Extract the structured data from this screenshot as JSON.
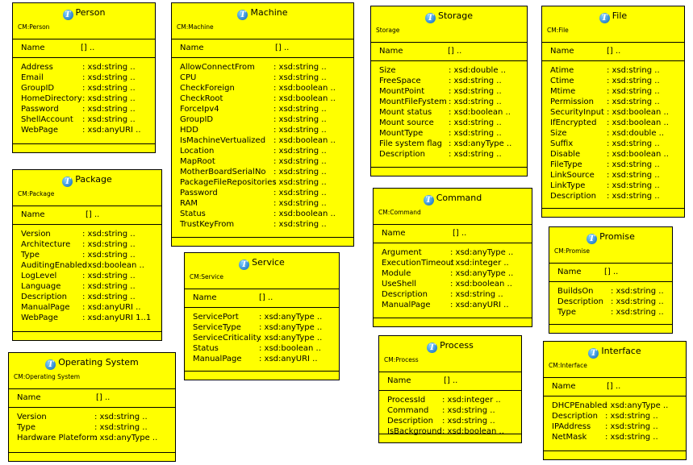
{
  "classes": [
    {
      "id": "person",
      "title": "Person",
      "stereotype": "CM:Person",
      "name_label": "Name",
      "multiplicity": "[] ..",
      "attributes": [
        {
          "name": "Address",
          "type": ": xsd:string .."
        },
        {
          "name": "Email",
          "type": ": xsd:string .."
        },
        {
          "name": "GroupID",
          "type": ": xsd:string .."
        },
        {
          "name": "HomeDirectory",
          "type": ": xsd:string .."
        },
        {
          "name": "Password",
          "type": ": xsd:string .."
        },
        {
          "name": "ShellAccount",
          "type": ": xsd:string .."
        },
        {
          "name": "WebPage",
          "type": ": xsd:anyURI .."
        }
      ]
    },
    {
      "id": "package",
      "title": "Package",
      "stereotype": "CM:Package",
      "name_label": "Name",
      "multiplicity": "[] ..",
      "attributes": [
        {
          "name": "Version",
          "type": ": xsd:string .."
        },
        {
          "name": "Architecture",
          "type": ": xsd:string .."
        },
        {
          "name": "Type",
          "type": ": xsd:string .."
        },
        {
          "name": "AuditingEnabled",
          "type": ": xsd:boolean .."
        },
        {
          "name": "LogLevel",
          "type": ": xsd:string .."
        },
        {
          "name": "Language",
          "type": ": xsd:string .."
        },
        {
          "name": "Description",
          "type": ": xsd:string .."
        },
        {
          "name": "ManualPage",
          "type": ": xsd:anyURI .."
        },
        {
          "name": "WebPage",
          "type": ": xsd:anyURI 1..1"
        }
      ]
    },
    {
      "id": "operating-system",
      "title": "Operating System",
      "stereotype": "CM:Operating System",
      "name_label": "Name",
      "multiplicity": "[] ..",
      "attributes": [
        {
          "name": "Version",
          "type": ": xsd:string .."
        },
        {
          "name": "Type",
          "type": ": xsd:string .."
        },
        {
          "name": "Hardware Plateform",
          "type": ": xsd:anyType .."
        }
      ]
    },
    {
      "id": "machine",
      "title": "Machine",
      "stereotype": "CM:Machine",
      "name_label": "Name",
      "multiplicity": "[] ..",
      "attributes": [
        {
          "name": "AllowConnectFrom",
          "type": ": xsd:string .."
        },
        {
          "name": "CPU",
          "type": ": xsd:string .."
        },
        {
          "name": "CheckForeign",
          "type": ": xsd:boolean .."
        },
        {
          "name": "CheckRoot",
          "type": ": xsd:boolean .."
        },
        {
          "name": "ForceIpv4",
          "type": ": xsd:string .."
        },
        {
          "name": "GroupID",
          "type": ": xsd:string .."
        },
        {
          "name": "HDD",
          "type": ": xsd:string .."
        },
        {
          "name": "IsMachineVertualized",
          "type": ": xsd:boolean .."
        },
        {
          "name": "Location",
          "type": ": xsd:string .."
        },
        {
          "name": "MapRoot",
          "type": ": xsd:string .."
        },
        {
          "name": "MotherBoardSerialNo",
          "type": ": xsd:string .."
        },
        {
          "name": "PackageFileRepositories",
          "type": ": xsd:string .."
        },
        {
          "name": "Password",
          "type": ": xsd:string .."
        },
        {
          "name": "RAM",
          "type": ": xsd:string .."
        },
        {
          "name": "Status",
          "type": ": xsd:boolean .."
        },
        {
          "name": "TrustKeyFrom",
          "type": ": xsd:string .."
        }
      ]
    },
    {
      "id": "service",
      "title": "Service",
      "stereotype": "CM:Service",
      "name_label": "Name",
      "multiplicity": "[] ..",
      "attributes": [
        {
          "name": "ServicePort",
          "type": ": xsd:anyType .."
        },
        {
          "name": "ServiceType",
          "type": ": xsd:anyType .."
        },
        {
          "name": "ServiceCriticality",
          "type": ": xsd:anyType .."
        },
        {
          "name": "Status",
          "type": ": xsd:boolean .."
        },
        {
          "name": "ManualPage",
          "type": ": xsd:anyURI .."
        }
      ]
    },
    {
      "id": "storage",
      "title": "Storage",
      "stereotype": "Storage",
      "name_label": "Name",
      "multiplicity": "[] ..",
      "attributes": [
        {
          "name": "Size",
          "type": ": xsd:double .."
        },
        {
          "name": "FreeSpace",
          "type": ": xsd:string .."
        },
        {
          "name": "MountPoint",
          "type": ": xsd:string .."
        },
        {
          "name": "MountFileFystem",
          "type": ": xsd:string .."
        },
        {
          "name": "Mount status",
          "type": ": xsd:boolean .."
        },
        {
          "name": "Mount source",
          "type": ": xsd:string .."
        },
        {
          "name": "MountType",
          "type": ": xsd:string .."
        },
        {
          "name": "File system flag",
          "type": ": xsd:anyType .."
        },
        {
          "name": "Description",
          "type": ": xsd:string .."
        }
      ]
    },
    {
      "id": "command",
      "title": "Command",
      "stereotype": "CM:Command",
      "name_label": "Name",
      "multiplicity": "[] ..",
      "attributes": [
        {
          "name": "Argument",
          "type": ": xsd:anyType .."
        },
        {
          "name": "ExecutionTimeout",
          "type": ": xsd:integer .."
        },
        {
          "name": "Module",
          "type": ": xsd:anyType .."
        },
        {
          "name": "UseShell",
          "type": ": xsd:boolean .."
        },
        {
          "name": "Description",
          "type": ": xsd:string .."
        },
        {
          "name": "ManualPage",
          "type": ": xsd:anyURI .."
        }
      ]
    },
    {
      "id": "process",
      "title": "Process",
      "stereotype": "CM:Process",
      "name_label": "Name",
      "multiplicity": "[] ..",
      "attributes": [
        {
          "name": "ProcessId",
          "type": ": xsd:integer .."
        },
        {
          "name": "Command",
          "type": ": xsd:string .."
        },
        {
          "name": "Description",
          "type": ": xsd:string .."
        },
        {
          "name": "IsBackground",
          "type": ": xsd:boolean .."
        }
      ]
    },
    {
      "id": "file",
      "title": "File",
      "stereotype": "CM:File",
      "name_label": "Name",
      "multiplicity": "[] ..",
      "attributes": [
        {
          "name": "Atime",
          "type": ": xsd:string .."
        },
        {
          "name": "Ctime",
          "type": ": xsd:string .."
        },
        {
          "name": "Mtime",
          "type": ": xsd:string .."
        },
        {
          "name": "Permission",
          "type": ": xsd:string .."
        },
        {
          "name": "SecurityInput",
          "type": ": xsd:boolean .."
        },
        {
          "name": "IfEncrypted",
          "type": ": xsd:boolean .."
        },
        {
          "name": "Size",
          "type": ": xsd:double .."
        },
        {
          "name": "Suffix",
          "type": ": xsd:string .."
        },
        {
          "name": "Disable",
          "type": ": xsd:boolean .."
        },
        {
          "name": "FileType",
          "type": ": xsd:string .."
        },
        {
          "name": "LinkSource",
          "type": ": xsd:string .."
        },
        {
          "name": "LinkType",
          "type": ": xsd:string .."
        },
        {
          "name": "Description",
          "type": ": xsd:string .."
        }
      ]
    },
    {
      "id": "promise",
      "title": "Promise",
      "stereotype": "CM:Promise",
      "name_label": "Name",
      "multiplicity": "[] ..",
      "attributes": [
        {
          "name": "BuildsOn",
          "type": ": xsd:string .."
        },
        {
          "name": "Description",
          "type": ": xsd:string .."
        },
        {
          "name": "Type",
          "type": ": xsd:string .."
        }
      ]
    },
    {
      "id": "interface",
      "title": "Interface",
      "stereotype": "CM:Interface",
      "name_label": "Name",
      "multiplicity": "[] ..",
      "attributes": [
        {
          "name": "DHCPEnabled",
          "type": ": xsd:anyType .."
        },
        {
          "name": "Description",
          "type": ": xsd:string .."
        },
        {
          "name": "IPAddress",
          "type": ": xsd:string .."
        },
        {
          "name": "NetMask",
          "type": ": xsd:string .."
        }
      ]
    }
  ]
}
